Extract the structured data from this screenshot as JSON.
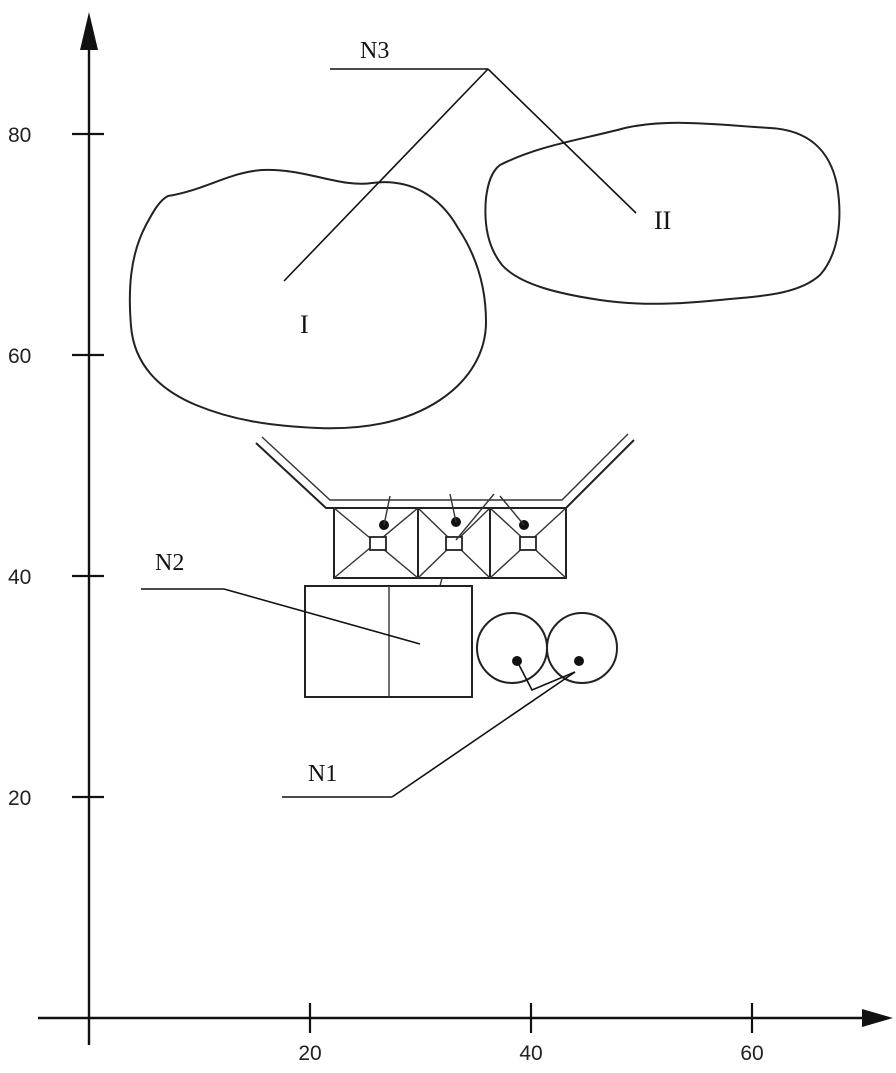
{
  "axes": {
    "x_ticks": [
      "20",
      "40",
      "60"
    ],
    "y_ticks": [
      "80",
      "60",
      "40",
      "20"
    ]
  },
  "callouts": {
    "n1": "N1",
    "n2": "N2",
    "n3": "N3"
  },
  "regions": {
    "region_1": "I",
    "region_2": "II"
  }
}
